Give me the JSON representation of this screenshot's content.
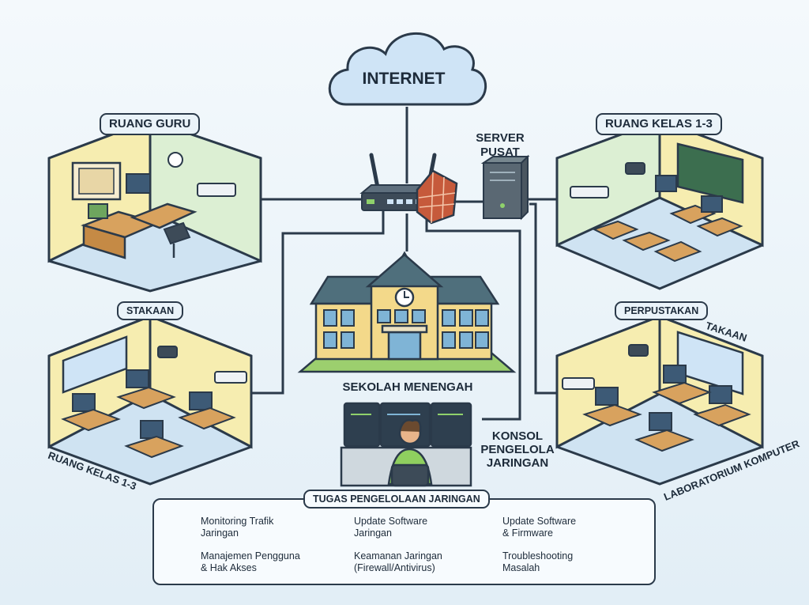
{
  "internet_label": "INTERNET",
  "server_label_line1": "SERVER",
  "server_label_line2": "PUSAT",
  "school_label": "SEKOLAH MENENGAH",
  "console_label_line1": "KONSOL",
  "console_label_line2": "PENGELOLA",
  "console_label_line3": "JARINGAN",
  "rooms": {
    "top_left": "RUANG GURU",
    "top_right": "RUANG KELAS 1-3",
    "mid_left": "STAKAAN",
    "mid_right": "PERPUSTAKAN",
    "mid_right_extra": "TAKAAN",
    "bottom_left": "RUANG KELAS 1-3",
    "bottom_right": "LABORATORIUM KOMPUTER"
  },
  "tasks": {
    "title": "TUGAS PENGELOLAAN JARINGAN",
    "items": [
      {
        "line1": "Monitoring Trafik",
        "line2": "Jaringan",
        "icon": "chart-magnifier-icon"
      },
      {
        "line1": "Update Software",
        "line2": "Jaringan",
        "icon": "firewall-fire-icon"
      },
      {
        "line1": "Update Software",
        "line2": "& Firmware",
        "icon": "refresh-arrows-icon"
      },
      {
        "line1": "",
        "line2": "",
        "icon": "gear-icon"
      },
      {
        "line1": "Manajemen Pengguna",
        "line2": "& Hak Akses",
        "icon": "users-lock-icon"
      },
      {
        "line1": "Keamanan Jaringan",
        "line2": "(Firewall/Antivirus)",
        "icon": "shield-icon"
      },
      {
        "line1": "Troubleshooting",
        "line2": "Masalah",
        "icon": "gears-icon"
      },
      {
        "line1": "",
        "line2": "",
        "icon": "wrench-question-icon"
      }
    ]
  },
  "colors": {
    "outline": "#2b3a4a",
    "wall_yellow": "#f6edb0",
    "wall_green": "#dcefd3",
    "floor_blue": "#cfe3f2",
    "cloud": "#cfe4f6",
    "roof": "#4f6f7c",
    "building": "#f3d98a",
    "grass": "#9ccf6e",
    "desk": "#d8a25e"
  }
}
